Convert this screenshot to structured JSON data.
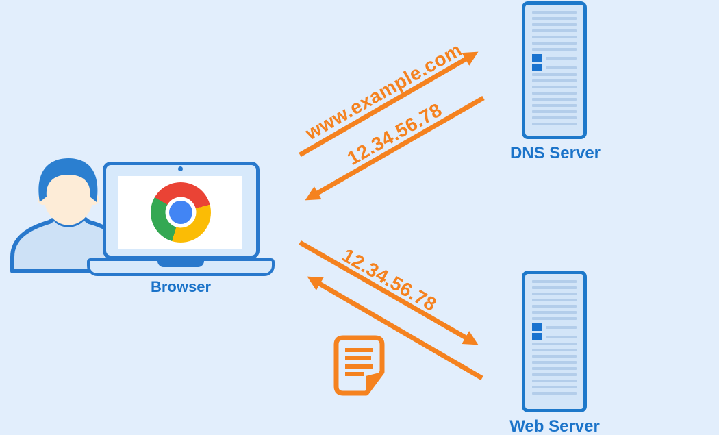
{
  "diagram": {
    "colors": {
      "background": "#e2eefc",
      "accent_orange": "#f5821f",
      "accent_blue": "#1b73c9",
      "server_fill": "#d3e5f8",
      "server_border": "#1d78ca"
    },
    "nodes": {
      "browser": {
        "label": "Browser",
        "icon": "chrome-browser-icon"
      },
      "dns_server": {
        "label": "DNS Server",
        "icon": "server-icon"
      },
      "web_server": {
        "label": "Web Server",
        "icon": "server-icon"
      }
    },
    "messages": [
      {
        "label": "www.example.com",
        "from": "browser",
        "to": "dns_server"
      },
      {
        "label": "12.34.56.78",
        "from": "dns_server",
        "to": "browser"
      },
      {
        "label": "12.34.56.78",
        "from": "browser",
        "to": "web_server"
      },
      {
        "label": "",
        "from": "web_server",
        "to": "browser",
        "icon": "document-icon"
      }
    ],
    "icons": {
      "user": "user-icon",
      "browser": "chrome-browser-icon",
      "dns_server": "server-icon",
      "web_server": "server-icon",
      "response_page": "document-icon"
    }
  }
}
